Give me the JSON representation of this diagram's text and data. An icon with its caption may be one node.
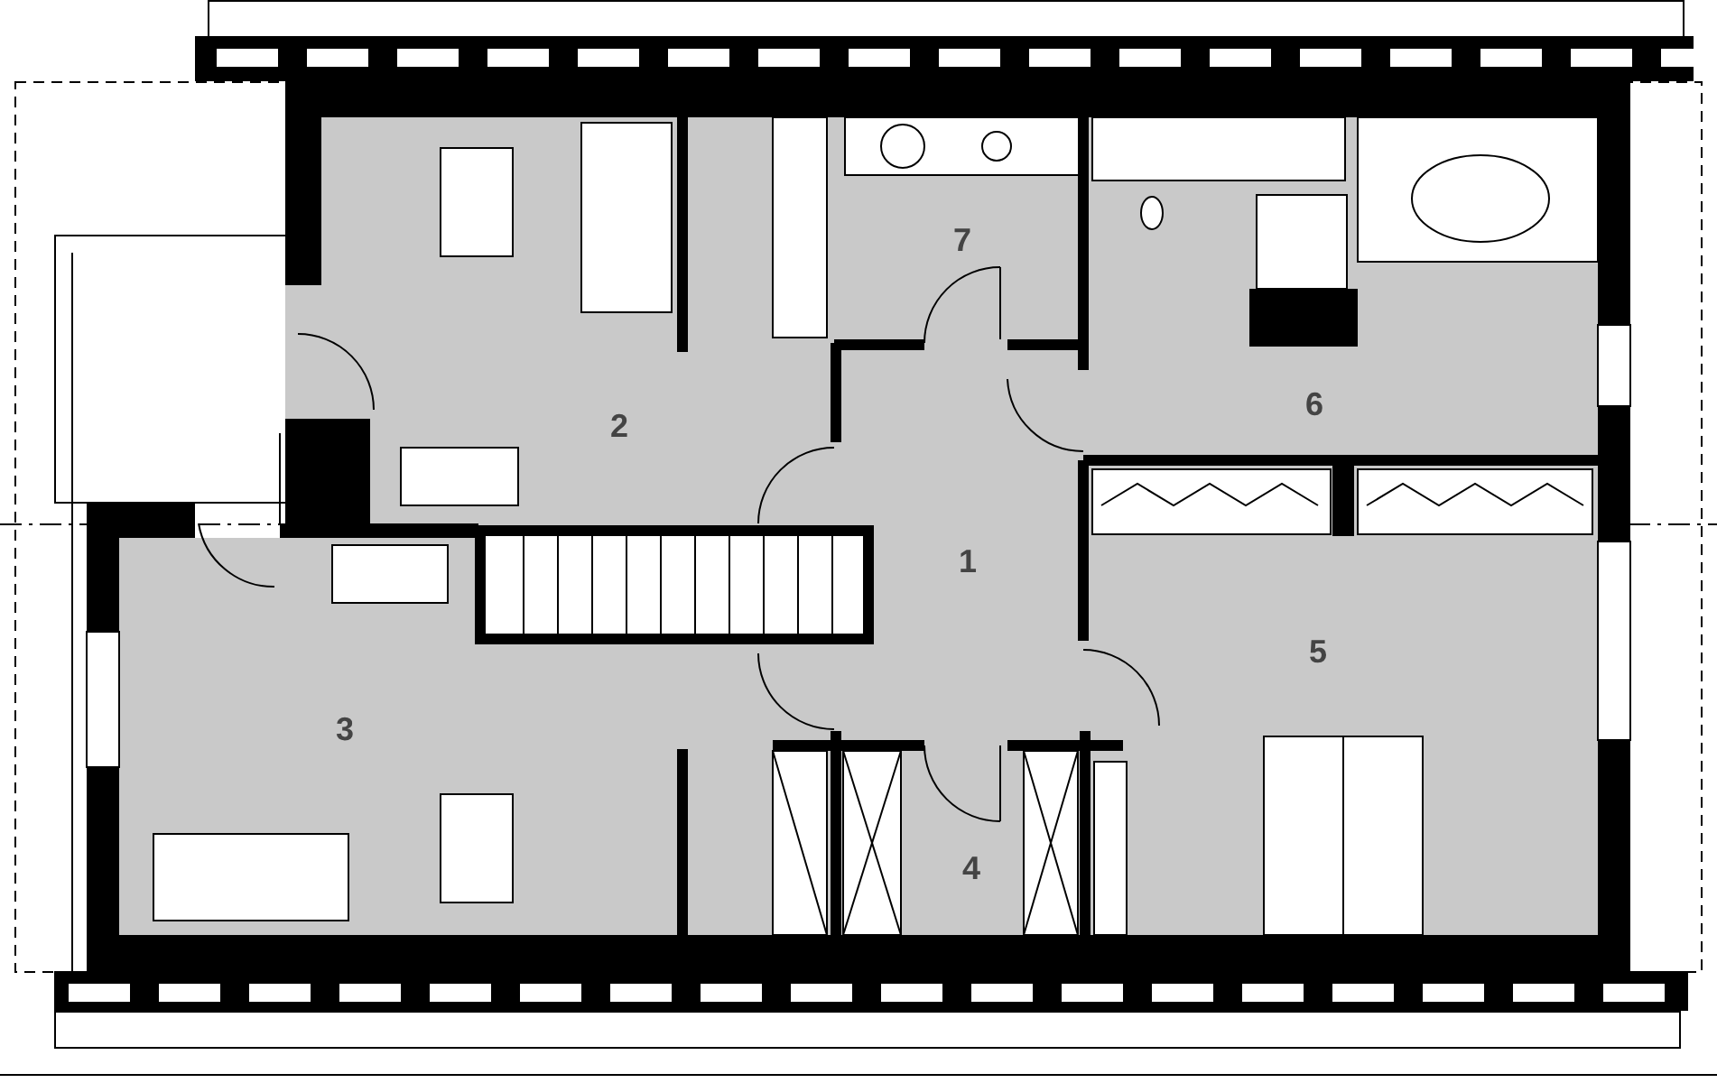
{
  "diagram": {
    "labels": [
      "7",
      "2",
      "6",
      "1",
      "5",
      "3",
      "4"
    ]
  }
}
